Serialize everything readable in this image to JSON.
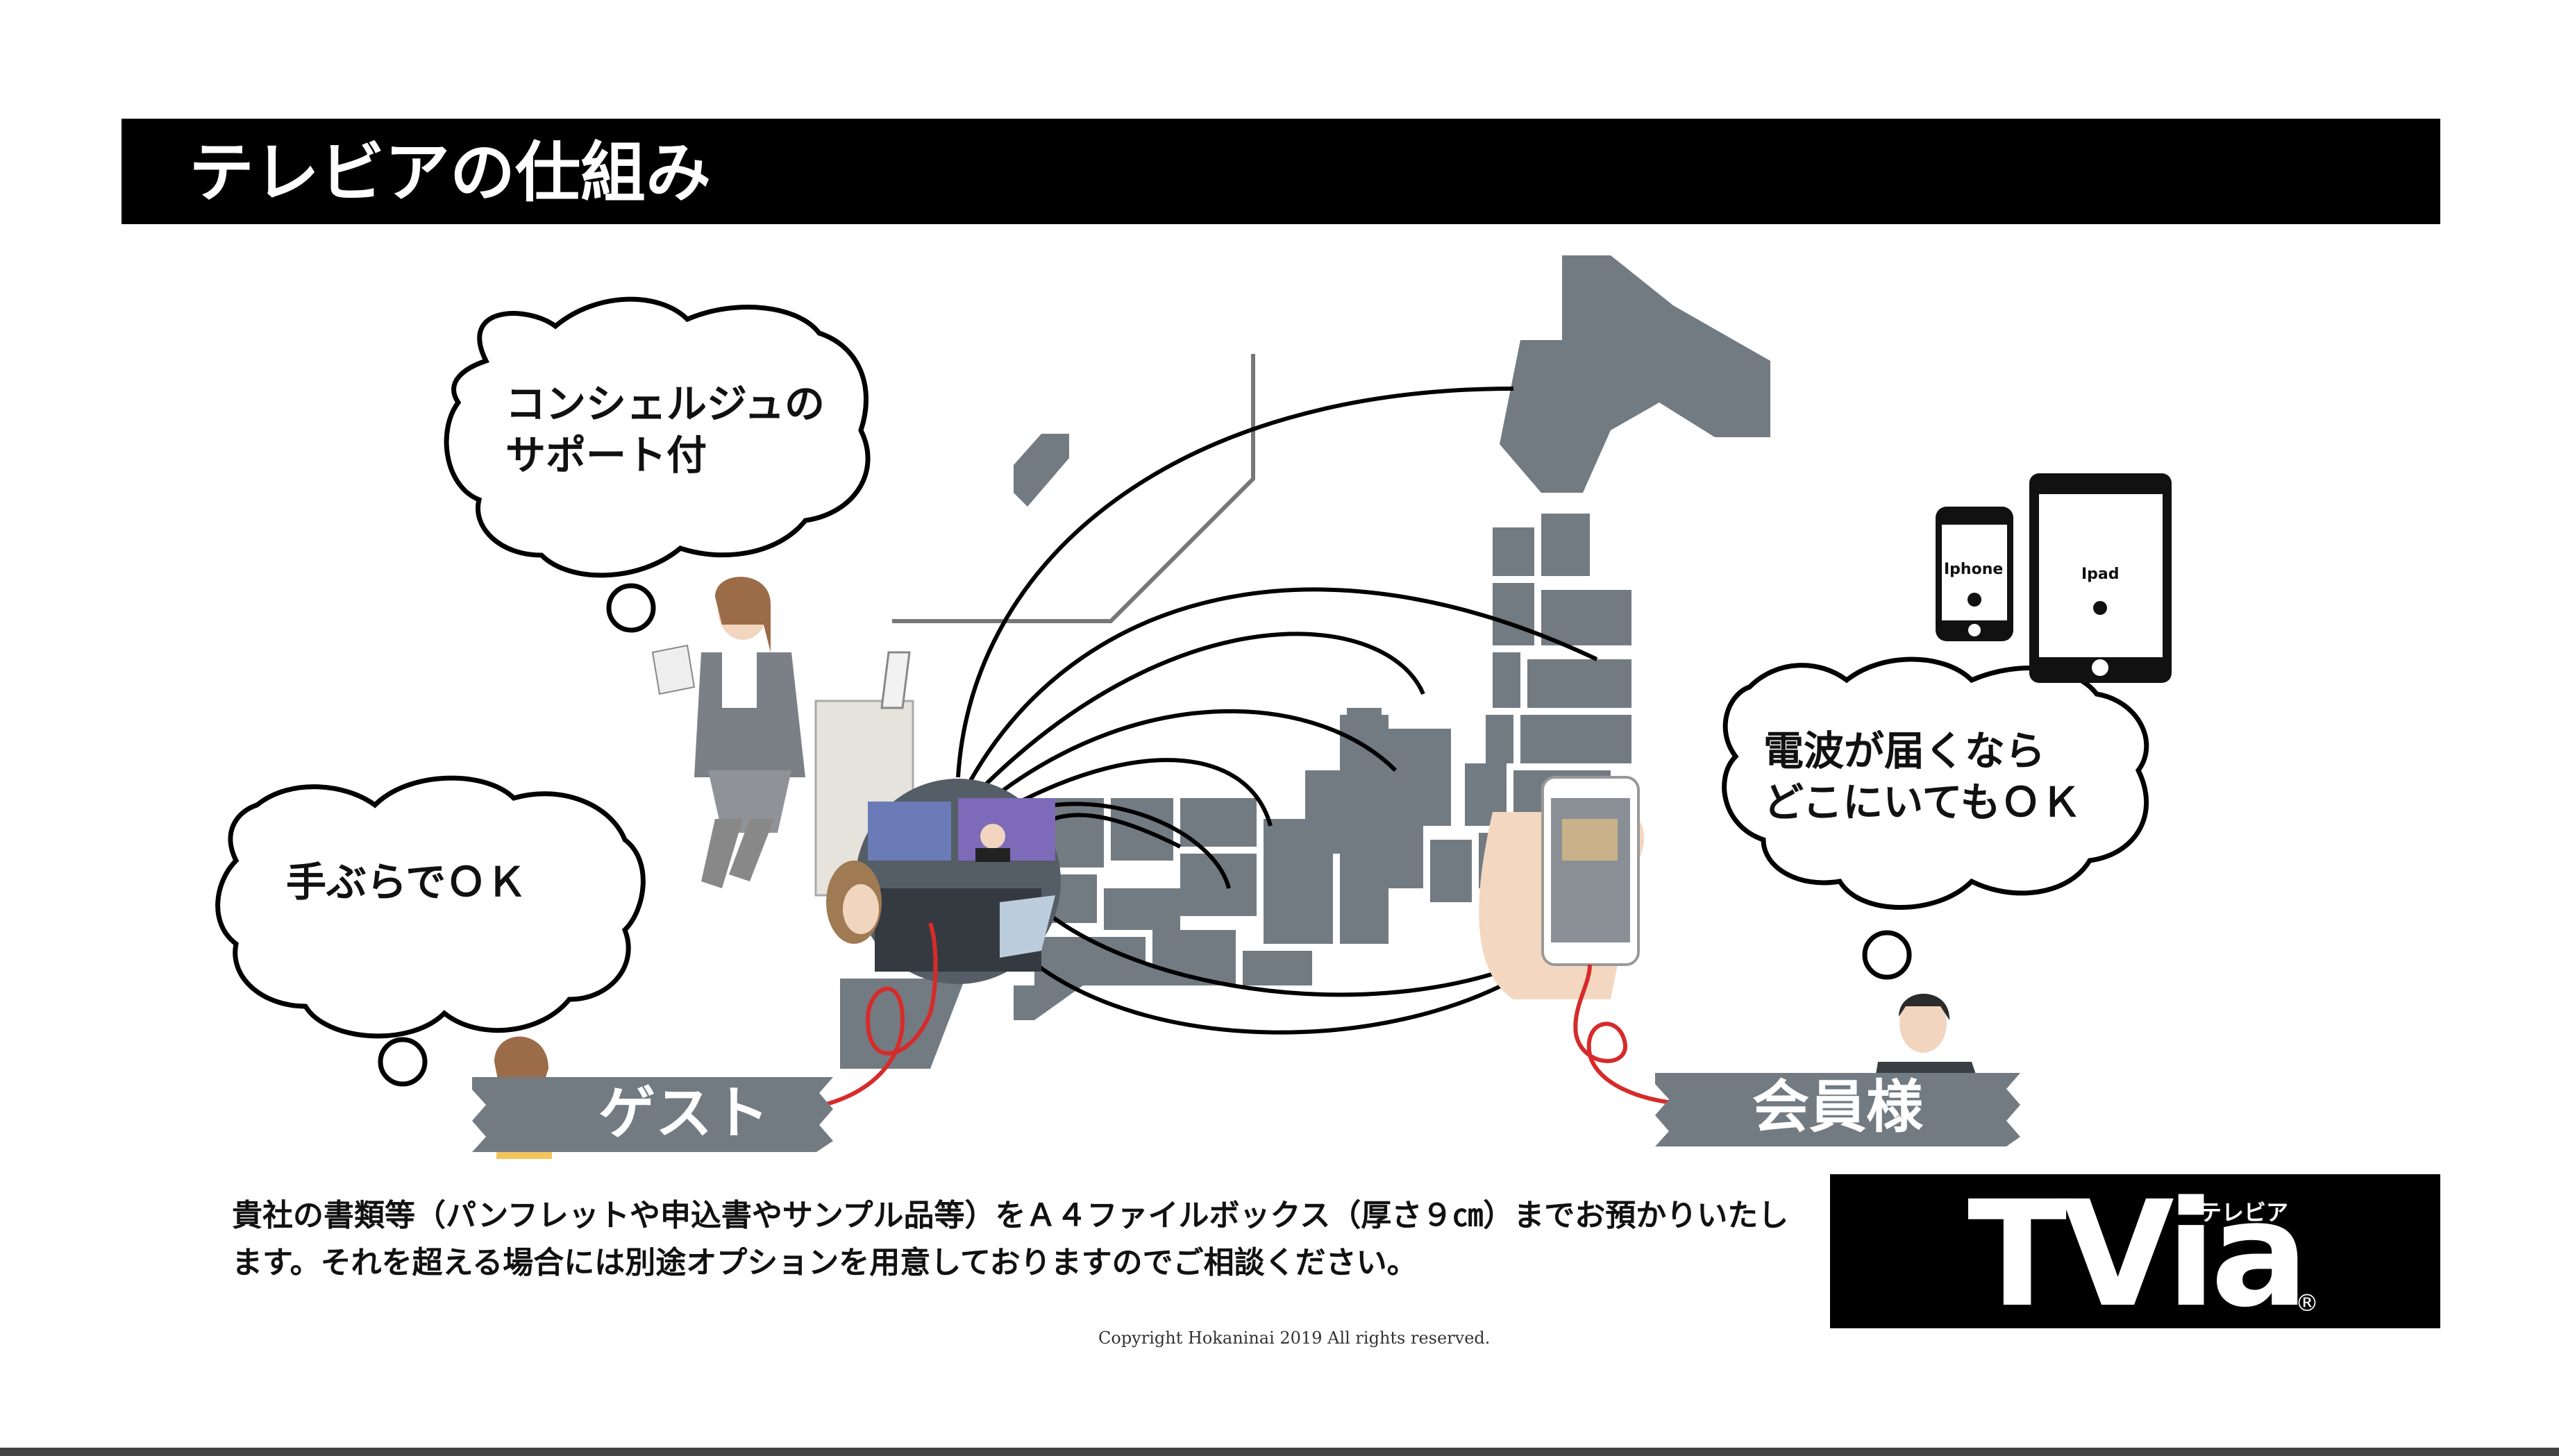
{
  "header": {
    "title": "テレビアの仕組み"
  },
  "bubbles": {
    "concierge": [
      "コンシェルジュの",
      "サポート付"
    ],
    "handsfree": "手ぶらでＯＫ",
    "signal": [
      "電波が届くなら",
      "どこにいてもＯＫ"
    ]
  },
  "labels": {
    "guest": "ゲスト",
    "member": "会員様"
  },
  "devices": {
    "iphone": "Iphone",
    "ipad": "Ipad"
  },
  "description": "貴社の書類等（パンフレットや申込書やサンプル品等）をＡ４ファイルボックス（厚さ９㎝）までお預かりいたします。それを超える場合には別途オプションを用意しておりますのでご相談ください。",
  "logo": {
    "text": "TVia",
    "subtitle": "テレビア",
    "registered": "®"
  },
  "copyright": "Copyright Hokaninai 2019 All rights reserved.",
  "colors": {
    "map": "#737b82",
    "accent": "#d62b2b",
    "bar": "#000000"
  }
}
